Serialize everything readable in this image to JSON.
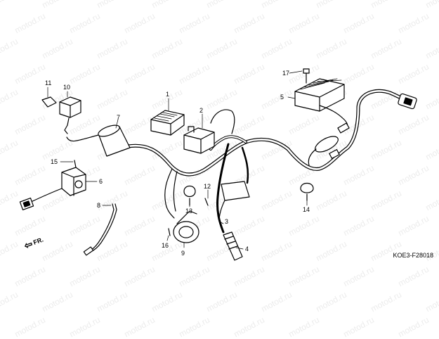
{
  "watermark": "motod.ru",
  "diagram_code": "KOE3-F28018",
  "direction_label": "FR.",
  "callouts": {
    "c1": "1",
    "c2": "2",
    "c3": "3",
    "c4": "4",
    "c5": "5",
    "c6": "6",
    "c7": "7",
    "c8": "8",
    "c9": "9",
    "c10": "10",
    "c11": "11",
    "c12": "12",
    "c13": "13",
    "c14": "14",
    "c15": "15",
    "c16": "16",
    "c17": "17"
  },
  "colors": {
    "line": "#000000",
    "watermark": "#ececec",
    "background": "#ffffff"
  }
}
